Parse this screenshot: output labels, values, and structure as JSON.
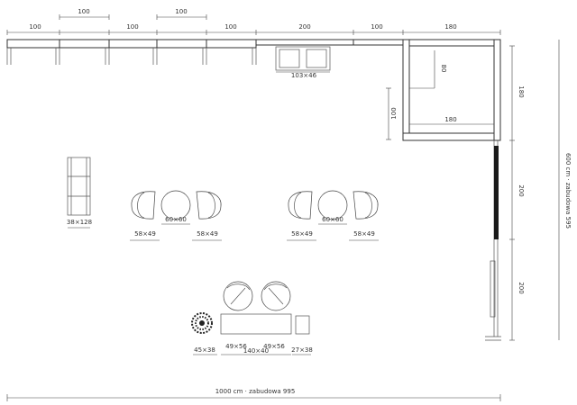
{
  "top_dims": {
    "upper": [
      "100",
      "100"
    ],
    "lower": [
      "100",
      "100",
      "100",
      "200",
      "100",
      "180"
    ]
  },
  "right_dims": {
    "inner_top": "180",
    "mid": "200",
    "bottom": "200",
    "overall": "600 cm · zabudowa 595"
  },
  "bottom_dim": "1000 cm · zabudowa 995",
  "corner_room": {
    "depth": "80",
    "height": "100",
    "width": "180"
  },
  "labels": {
    "cabinet_top": "103×46",
    "shelf": "38×128",
    "table_left": "60×60",
    "chair_left_a": "58×49",
    "chair_left_b": "58×49",
    "table_right": "60×60",
    "chair_right_a": "58×49",
    "chair_right_b": "58×49",
    "plant": "45×38",
    "armchair_a": "49×56",
    "armchair_b": "49×56",
    "bench": "140×40",
    "stool": "27×38"
  }
}
